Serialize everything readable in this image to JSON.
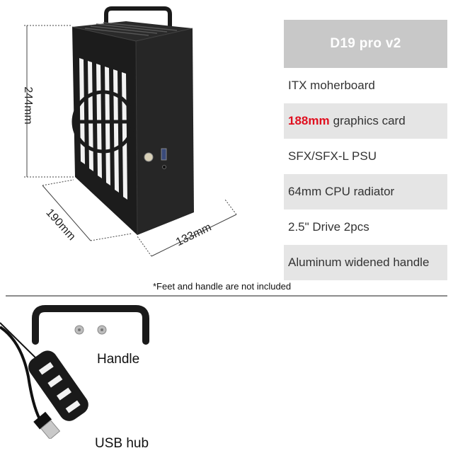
{
  "product": {
    "dimensions": {
      "height": "244mm",
      "depth": "190mm",
      "width": "133mm"
    }
  },
  "spec_table": {
    "title": "D19 pro v2",
    "rows": [
      {
        "highlight": "",
        "text": "ITX moherboard"
      },
      {
        "highlight": "188mm",
        "text": "graphics card"
      },
      {
        "highlight": "",
        "text": "SFX/SFX-L PSU"
      },
      {
        "highlight": "",
        "text": "64mm CPU radiator"
      },
      {
        "highlight": "",
        "text": "2.5\" Drive 2pcs"
      },
      {
        "highlight": "",
        "text": "Aluminum widened handle"
      }
    ],
    "highlight_color": "#e01020",
    "header_color": "#c8c8c8",
    "stripe_color": "#e5e5e5"
  },
  "note": "*Feet and handle are not included",
  "accessories": {
    "handle_label": "Handle",
    "usb_hub_label": "USB hub"
  }
}
